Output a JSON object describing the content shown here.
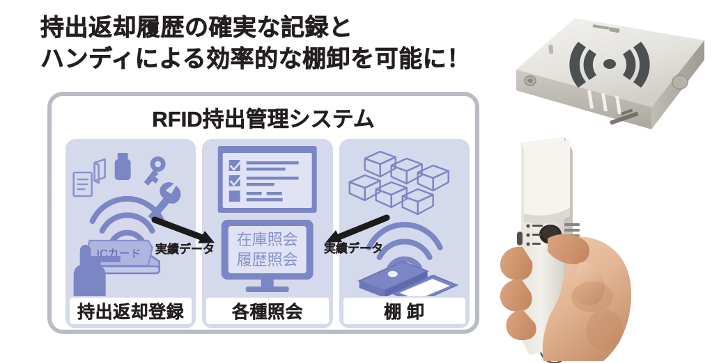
{
  "headline": {
    "line1": "持出返却履歴の確実な記録と",
    "line2": "ハンディによる効率的な棚卸を可能に！"
  },
  "diagram": {
    "system_title": "RFID持出管理システム",
    "panels": [
      {
        "id": "checkout-return",
        "label": "持出返却登録",
        "card_text": "ICカード",
        "icons": [
          "document-icon",
          "book-icon",
          "usb-drive-icon",
          "key-icon",
          "wrench-icon",
          "rfid-waves-icon",
          "rfid-pad-reader-icon",
          "hand-icon",
          "ic-card-icon"
        ]
      },
      {
        "id": "inquiries",
        "label": "各種照会",
        "monitor_line1": "在庫照会",
        "monitor_line2": "履歴照会",
        "icons": [
          "checklist-screen-icon",
          "monitor-icon"
        ]
      },
      {
        "id": "stocktaking",
        "label": "棚 卸",
        "icons": [
          "boxes-icon",
          "rfid-waves-icon",
          "handheld-reader-icon"
        ]
      }
    ],
    "flows": [
      {
        "id": "left-flow",
        "caption": "実績データ",
        "direction": "down-right"
      },
      {
        "id": "right-flow",
        "caption": "実績データ",
        "direction": "down-left"
      }
    ]
  },
  "photos": [
    {
      "id": "fixed-rfid-reader",
      "name": "rfid-reader-photo"
    },
    {
      "id": "handheld-rfid-reader",
      "name": "handheld-reader-photo"
    }
  ],
  "colors": {
    "panel_bg": "#d5d9ec",
    "accent_periwinkle": "#7b86c4",
    "accent_light": "#aeb6e0",
    "frame_gray": "#b9bcc2",
    "text_dark": "#231f20",
    "screen_bg": "#dfe3f3"
  }
}
